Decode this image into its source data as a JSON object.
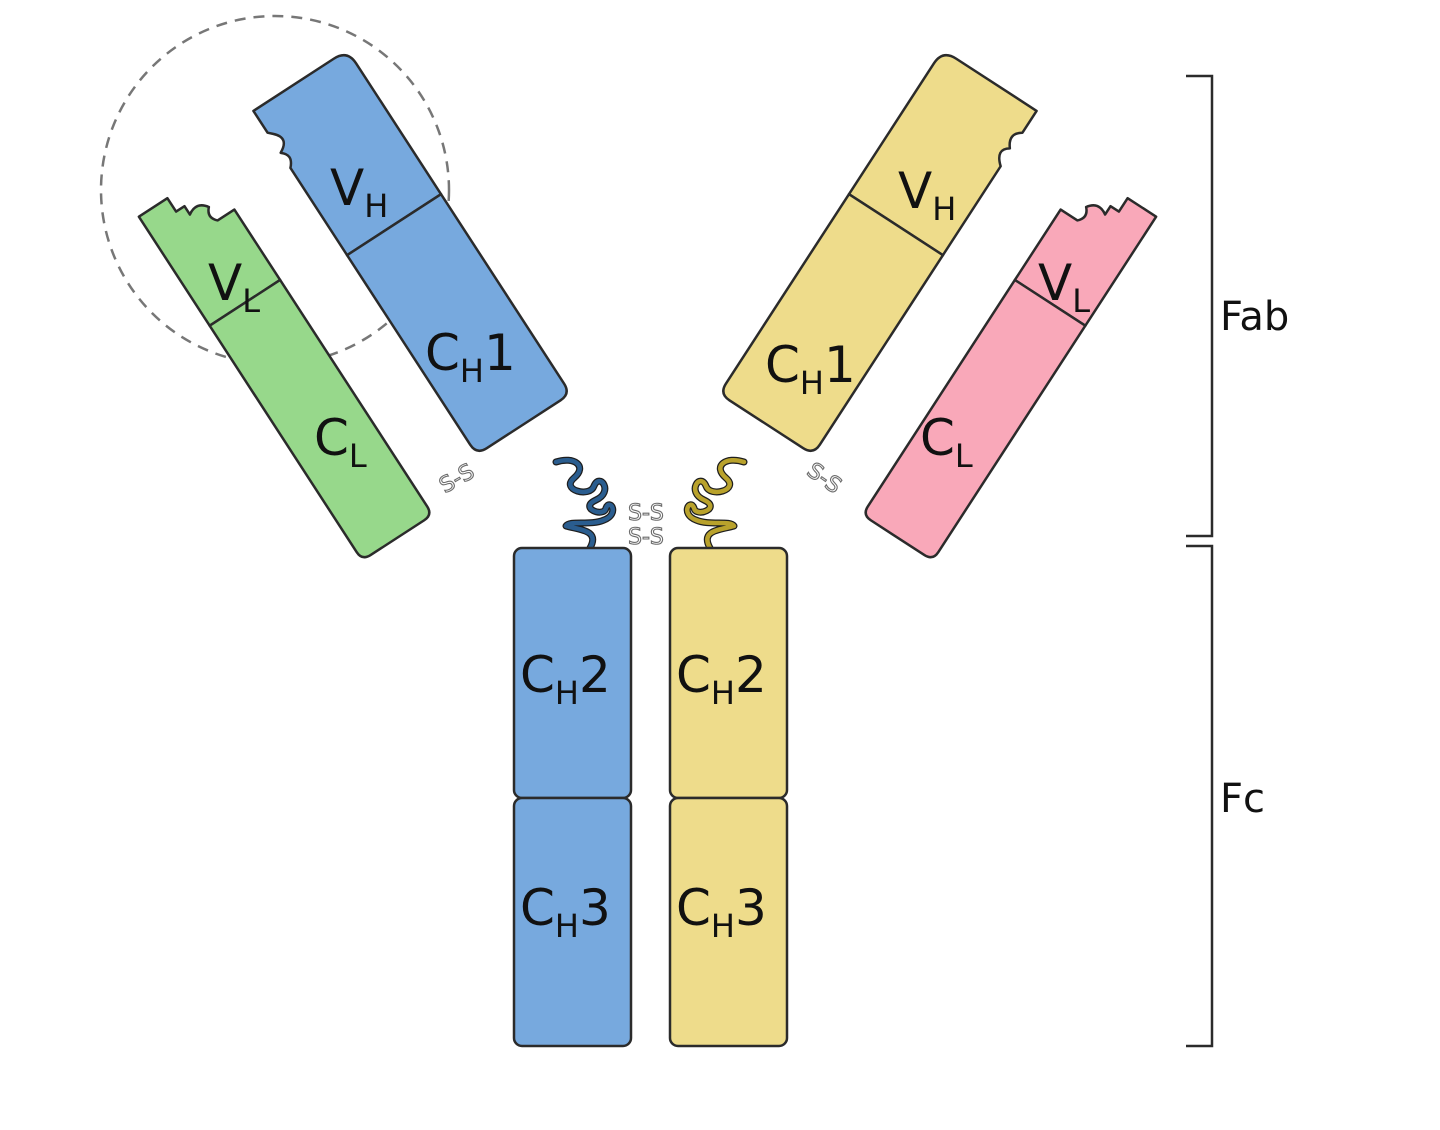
{
  "colors": {
    "heavy_chain_1": "#77a9de",
    "heavy_chain_2": "#eedc8b",
    "light_chain_1": "#97d88b",
    "light_chain_2": "#f9a8b9",
    "hinge_1": "#2a5d8f",
    "hinge_2": "#b9a22c"
  },
  "domains": {
    "left_vh": {
      "main": "V",
      "sub": "H"
    },
    "left_ch1": {
      "main": "C",
      "sub": "H",
      "suffix": "1"
    },
    "left_vl": {
      "main": "V",
      "sub": "L"
    },
    "left_cl": {
      "main": "C",
      "sub": "L"
    },
    "right_vh": {
      "main": "V",
      "sub": "H"
    },
    "right_ch1": {
      "main": "C",
      "sub": "H",
      "suffix": "1"
    },
    "right_vl": {
      "main": "V",
      "sub": "L"
    },
    "right_cl": {
      "main": "C",
      "sub": "L"
    },
    "left_ch2": {
      "main": "C",
      "sub": "H",
      "suffix": "2"
    },
    "left_ch3": {
      "main": "C",
      "sub": "H",
      "suffix": "3"
    },
    "right_ch2": {
      "main": "C",
      "sub": "H",
      "suffix": "2"
    },
    "right_ch3": {
      "main": "C",
      "sub": "H",
      "suffix": "3"
    }
  },
  "disulfide_bond": "S-S",
  "regions": {
    "fab": "Fab",
    "fc": "Fc"
  }
}
